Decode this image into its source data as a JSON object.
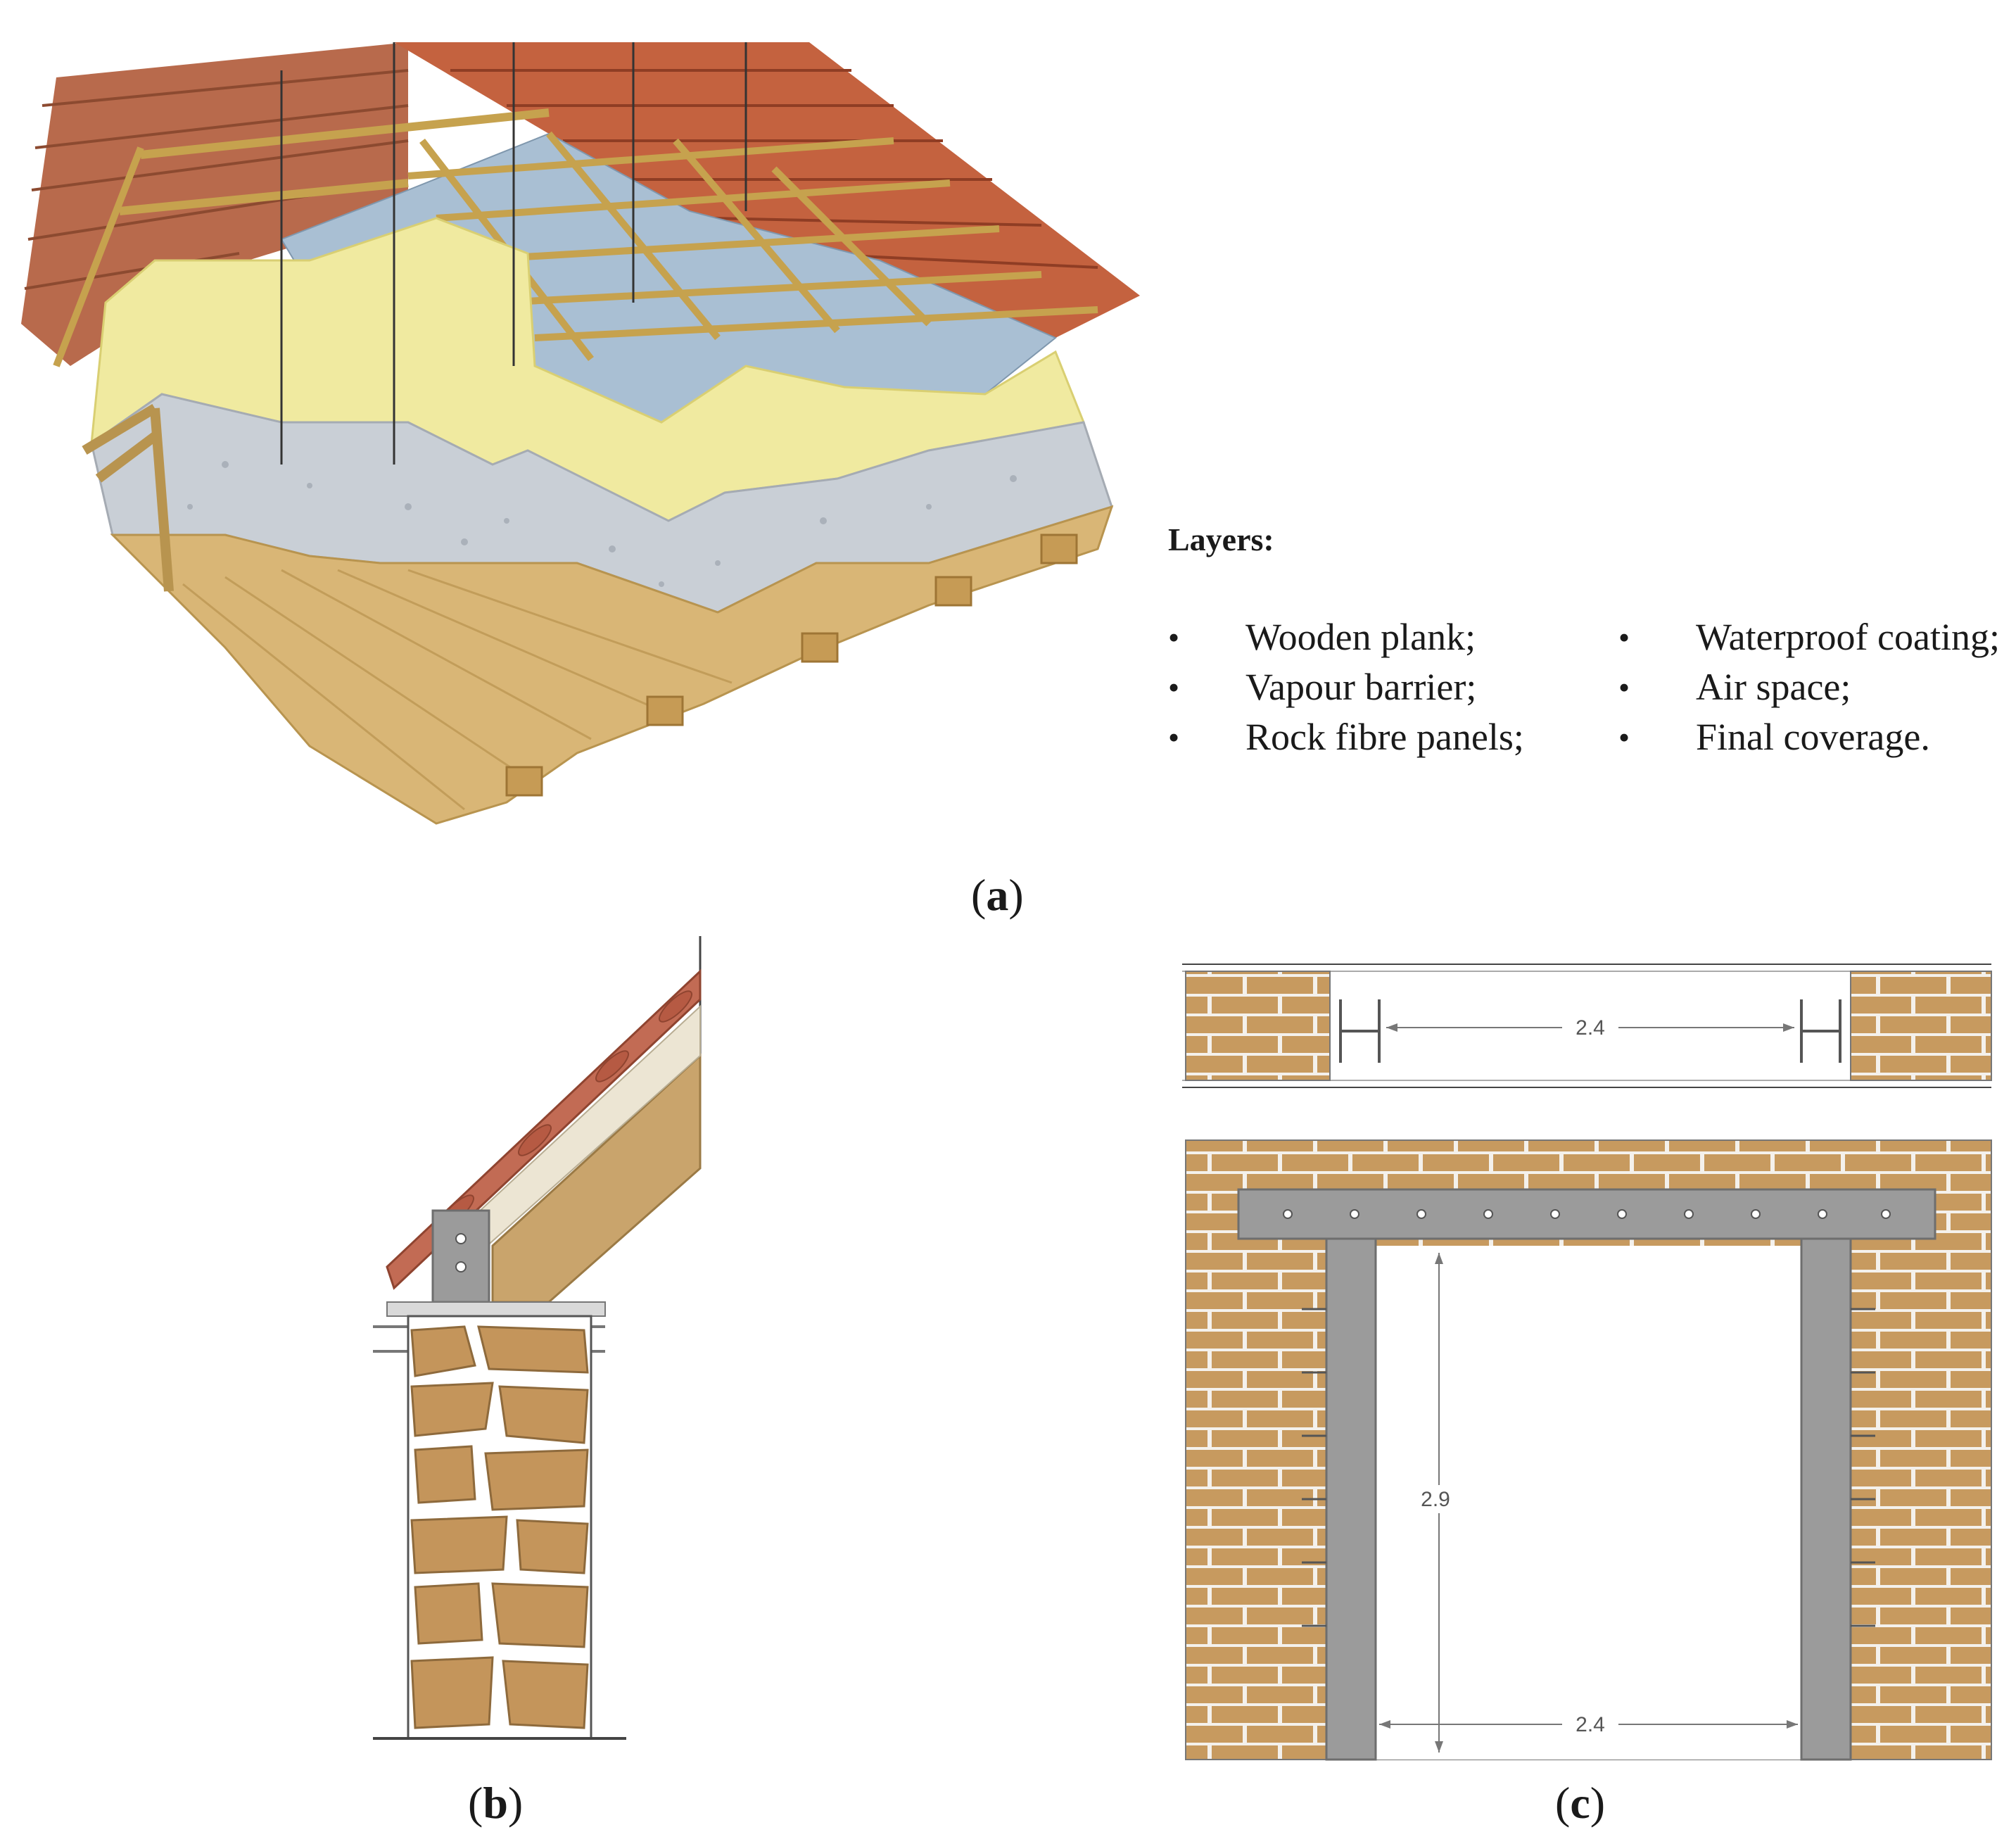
{
  "legend": {
    "title": "Layers:",
    "column_1": [
      "Wooden plank;",
      "Vapour barrier;",
      "Rock fibre panels;"
    ],
    "column_2": [
      "Waterproof coating;",
      "Air space;",
      "Final coverage."
    ]
  },
  "captions": {
    "a": "a",
    "b": "b",
    "c": "c"
  },
  "panel_c": {
    "top_view_span": "2.4",
    "elevation_height": "2.9",
    "elevation_span": "2.4"
  },
  "colors": {
    "tile": "#b8553a",
    "wood": "#d9b676",
    "insulation_yellow": "#f0eaa0",
    "rock_fibre": "#c9cfd6",
    "vapour_barrier": "#a9bfd3",
    "brick": "#c79a5f",
    "mortar": "#f4f1ec",
    "steel": "#9b9b9b",
    "stone": "#c4955b"
  }
}
